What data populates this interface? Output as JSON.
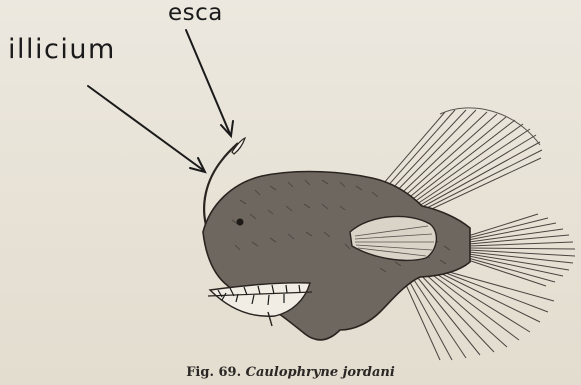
{
  "labels": {
    "esca": "esca",
    "illicium": "illicium"
  },
  "caption": {
    "prefix": "Fig. 69.",
    "species": "Caulophryne jordani"
  },
  "colors": {
    "paper": "#e9e4da",
    "ink": "#1a1a1a",
    "body_fill": "#6e6760"
  }
}
